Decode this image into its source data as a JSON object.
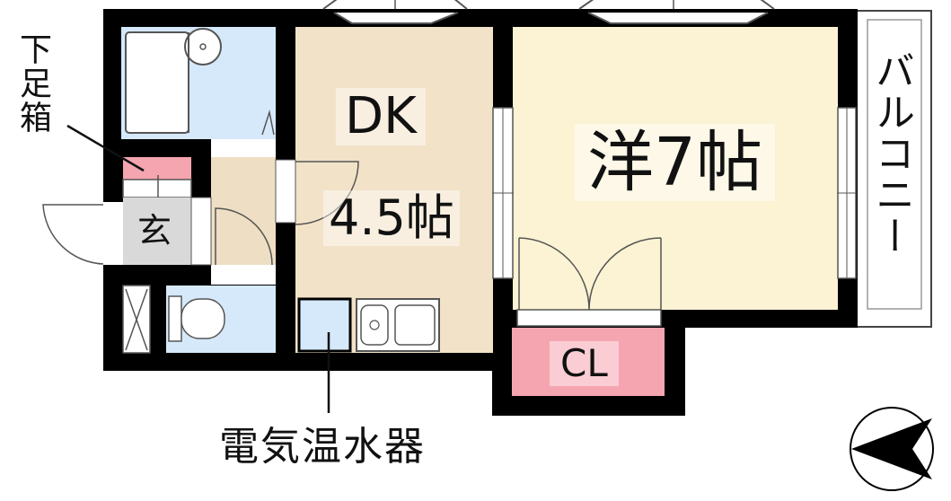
{
  "labels": {
    "shoe_box": "下足箱",
    "entrance": "玄",
    "dk_name": "DK",
    "dk_size": "4.5帖",
    "western_room": "洋7帖",
    "closet": "CL",
    "balcony": "バルコニー",
    "water_heater": "電気温水器"
  },
  "colors": {
    "wall": "#000000",
    "bath": "#d6e9fa",
    "dk_floor": "#f2e2c8",
    "room_floor": "#fbf3d3",
    "closet": "#f5a5b0",
    "shoe_box": "#f5a5b0",
    "entrance": "#d9d9d9",
    "hall": "#eedec3"
  },
  "icons": [
    "north-arrow-icon",
    "door-swing-icon",
    "sink-icon",
    "toilet-icon",
    "bathtub-icon"
  ]
}
